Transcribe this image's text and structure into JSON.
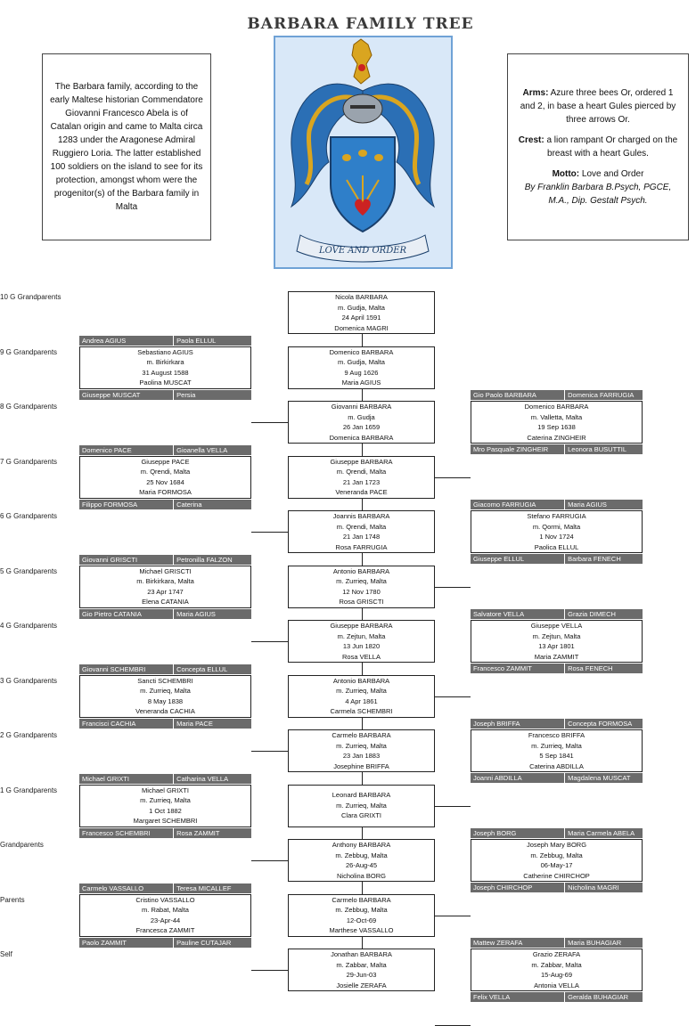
{
  "title": "BARBARA FAMILY TREE",
  "intro": "The Barbara family, according to the early Maltese historian Commendatore Giovanni Francesco Abela is of Catalan origin and came to Malta circa 1283 under the Aragonese Admiral Ruggiero Loria. The latter established 100 soldiers on the island to see for its protection, amongst whom were the progenitor(s) of the Barbara family in Malta",
  "arms": {
    "arms_label": "Arms:",
    "arms_text": "Azure three bees Or, ordered 1 and 2, in base a heart Gules pierced by three arrows Or.",
    "crest_label": "Crest:",
    "crest_text": "a lion rampant Or charged on the breast with a heart Gules.",
    "motto_label": "Motto:",
    "motto_text": "Love and Order",
    "byline": "By Franklin Barbara B.Psych, PGCE, M.A., Dip. Gestalt Psych."
  },
  "crest_motto": "LOVE AND ORDER",
  "generations": [
    "10 G Grandparents",
    "9 G Grandparents",
    "8 G Grandparents",
    "7 G Grandparents",
    "6 G Grandparents",
    "5 G Grandparents",
    "4 G Grandparents",
    "3 G Grandparents",
    "2 G Grandparents",
    "1 G Grandparents",
    "Grandparents",
    "Parents",
    "Self"
  ],
  "main": [
    [
      "Nicola BARBARA",
      "m. Gudja, Malta",
      "24 April 1591",
      "Domenica MAGRI"
    ],
    [
      "Domenico BARBARA",
      "m. Gudja, Malta",
      "9 Aug 1626",
      "Maria AGIUS"
    ],
    [
      "Giovanni BARBARA",
      "m. Gudja",
      "26 Jan 1659",
      "Domenica BARBARA"
    ],
    [
      "Giuseppe BARBARA",
      "m. Qrendi, Malta",
      "21 Jan 1723",
      "Veneranda PACE"
    ],
    [
      "Joannis BARBARA",
      "m. Qrendi, Malta",
      "21 Jan 1748",
      "Rosa FARRUGIA"
    ],
    [
      "Antonio BARBARA",
      "m. Zurrieq, Malta",
      "12 Nov 1780",
      "Rosa GRISCTI"
    ],
    [
      "Giuseppe BARBARA",
      "m. Zejtun, Malta",
      "13 Jun 1820",
      "Rosa VELLA"
    ],
    [
      "Antonio BARBARA",
      "m. Zurrieq, Malta",
      "4 Apr 1861",
      "Carmela SCHEMBRI"
    ],
    [
      "Carmelo BARBARA",
      "m. Zurrieq, Malta",
      "23 Jan 1883",
      "Josephine BRIFFA"
    ],
    [
      "Leonard BARBARA",
      "m. Zurrieq, Malta",
      "",
      "Clara GRIXTI"
    ],
    [
      "Anthony BARBARA",
      "m. Zebbug, Malta",
      "26-Aug-45",
      "Nicholina BORG"
    ],
    [
      "Carmelo BARBARA",
      "m. Zebbug, Malta",
      "12-Oct-69",
      "Marthese VASSALLO"
    ],
    [
      "Jonathan BARBARA",
      "m. Zabbar, Malta",
      "29-Jun-03",
      "Josielle ZERAFA"
    ]
  ],
  "left_families": [
    {
      "gen": 1,
      "top": [
        "Andrea AGIUS",
        "Paola ELLUL"
      ],
      "lines": [
        "Sebastiano AGIUS",
        "m. Birkirkara",
        "31 August 1588",
        "Paolina MUSCAT"
      ],
      "bottom": [
        "Giuseppe MUSCAT",
        "Persia"
      ]
    },
    {
      "gen": 3,
      "top": [
        "Domenico PACE",
        "Gioanella VELLA"
      ],
      "lines": [
        "Giuseppe PACE",
        "m. Qrendi, Malta",
        "25 Nov 1684",
        "Maria FORMOSA"
      ],
      "bottom": [
        "Filippo FORMOSA",
        "Caterina"
      ]
    },
    {
      "gen": 5,
      "top": [
        "Giovanni GRISCTI",
        "Petronilla FALZON"
      ],
      "lines": [
        "Michael GRISCTI",
        "m. Birkirkara, Malta",
        "23 Apr 1747",
        "Elena CATANIA"
      ],
      "bottom": [
        "Gio Pietro CATANIA",
        "Maria AGIUS"
      ]
    },
    {
      "gen": 7,
      "top": [
        "Giovanni SCHEMBRI",
        "Concepta ELLUL"
      ],
      "lines": [
        "Sancti SCHEMBRI",
        "m. Zurrieq, Malta",
        "8 May 1838",
        "Veneranda CACHIA"
      ],
      "bottom": [
        "Francisci CACHIA",
        "Maria PACE"
      ]
    },
    {
      "gen": 9,
      "top": [
        "Michael GRIXTI",
        "Catharina VELLA"
      ],
      "lines": [
        "Michael GRIXTI",
        "m. Zurrieq, Malta",
        "1  Oct 1882",
        "Margaret SCHEMBRI"
      ],
      "bottom": [
        "Francesco SCHEMBRI",
        "Rosa ZAMMIT"
      ]
    },
    {
      "gen": 11,
      "top": [
        "Carmelo  VASSALLO",
        "Teresa MICALLEF"
      ],
      "lines": [
        "Cristino VASSALLO",
        "m. Rabat, Malta",
        "23-Apr-44",
        "Francesca ZAMMIT"
      ],
      "bottom": [
        "Paolo ZAMMIT",
        "Pauline CUTAJAR"
      ]
    }
  ],
  "right_families": [
    {
      "gen": 2,
      "top": [
        "Gio Paolo BARBARA",
        "Domenica FARRUGIA"
      ],
      "lines": [
        "Domenico BARBARA",
        "m. Valletta, Malta",
        "19 Sep 1638",
        "Caterina ZINGHEIR"
      ],
      "bottom": [
        "Mro Pasquale ZINGHEIR",
        "Leonora BUSUTTIL"
      ]
    },
    {
      "gen": 4,
      "top": [
        "Giacomo FARRUGIA",
        "Maria AGIUS"
      ],
      "lines": [
        "Stefano FARRUGIA",
        "m. Qormi, Malta",
        "1 Nov 1724",
        "Paolica ELLUL"
      ],
      "bottom": [
        "Giuseppe ELLUL",
        "Barbara FENECH"
      ]
    },
    {
      "gen": 6,
      "top": [
        "Salvatore VELLA",
        "Grazia DIMECH"
      ],
      "lines": [
        "Giuseppe VELLA",
        "m. Zejtun, Malta",
        "13 Apr 1801",
        "Maria ZAMMIT"
      ],
      "bottom": [
        "Francesco ZAMMIT",
        "Rosa FENECH"
      ]
    },
    {
      "gen": 8,
      "top": [
        "Joseph BRIFFA",
        "Concepta FORMOSA"
      ],
      "lines": [
        "Francesco BRIFFA",
        "m. Zurrieq, Malta",
        "5 Sep 1841",
        "Caterina ABDILLA"
      ],
      "bottom": [
        "Joanni ABDILLA",
        "Magdalena MUSCAT"
      ]
    },
    {
      "gen": 10,
      "top": [
        "Joseph BORG",
        "Maria Carmela ABELA"
      ],
      "lines": [
        "Joseph Mary BORG",
        "m. Zebbug, Malta",
        "06-May-17",
        "Catherine CHIRCHOP"
      ],
      "bottom": [
        "Joseph CHIRCHOP",
        "Nicholina MAGRI"
      ]
    },
    {
      "gen": 12,
      "top": [
        "Mattew ZERAFA",
        "Maria BUHAGIAR"
      ],
      "lines": [
        "Grazio ZERAFA",
        "m. Zabbar, Malta",
        "15-Aug-69",
        "Antonia VELLA"
      ],
      "bottom": [
        "Felix VELLA",
        "Geralda BUHAGIAR"
      ]
    }
  ],
  "colors": {
    "parent_bar": "#6b6b6b",
    "crest_border": "#6fa2d6",
    "crest_bg": "#d9e8f8",
    "shield": "#2f7fc9",
    "gold": "#d9a520"
  }
}
